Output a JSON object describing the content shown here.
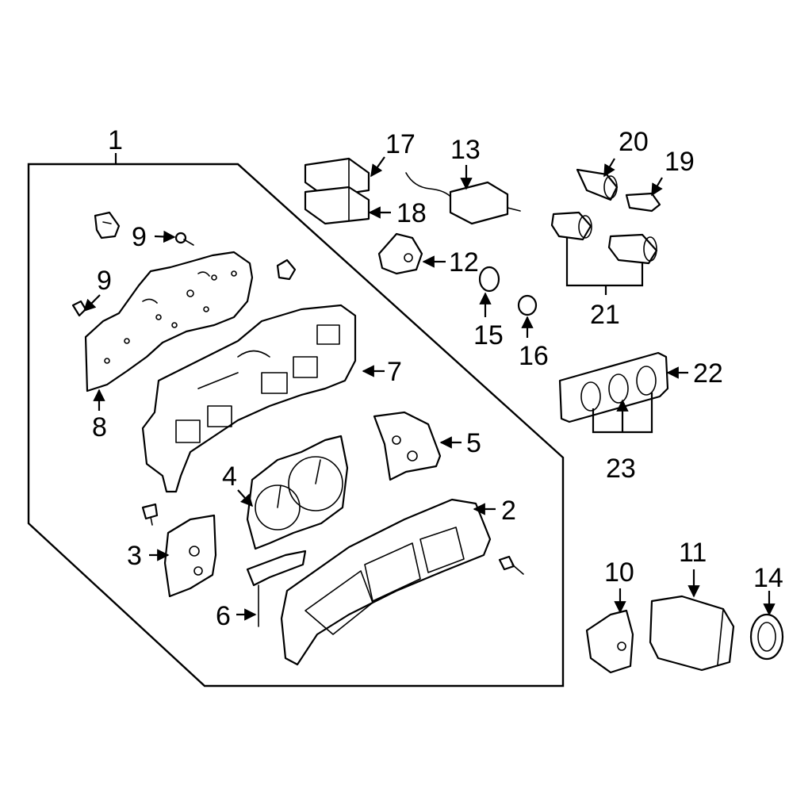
{
  "callouts": {
    "c1": "1",
    "c2": "2",
    "c3": "3",
    "c4": "4",
    "c5": "5",
    "c6": "6",
    "c7": "7",
    "c8": "8",
    "c9a": "9",
    "c9b": "9",
    "c10": "10",
    "c11": "11",
    "c12": "12",
    "c13": "13",
    "c14": "14",
    "c15": "15",
    "c16": "16",
    "c17": "17",
    "c18": "18",
    "c19": "19",
    "c20": "20",
    "c21": "21",
    "c22": "22",
    "c23": "23"
  }
}
